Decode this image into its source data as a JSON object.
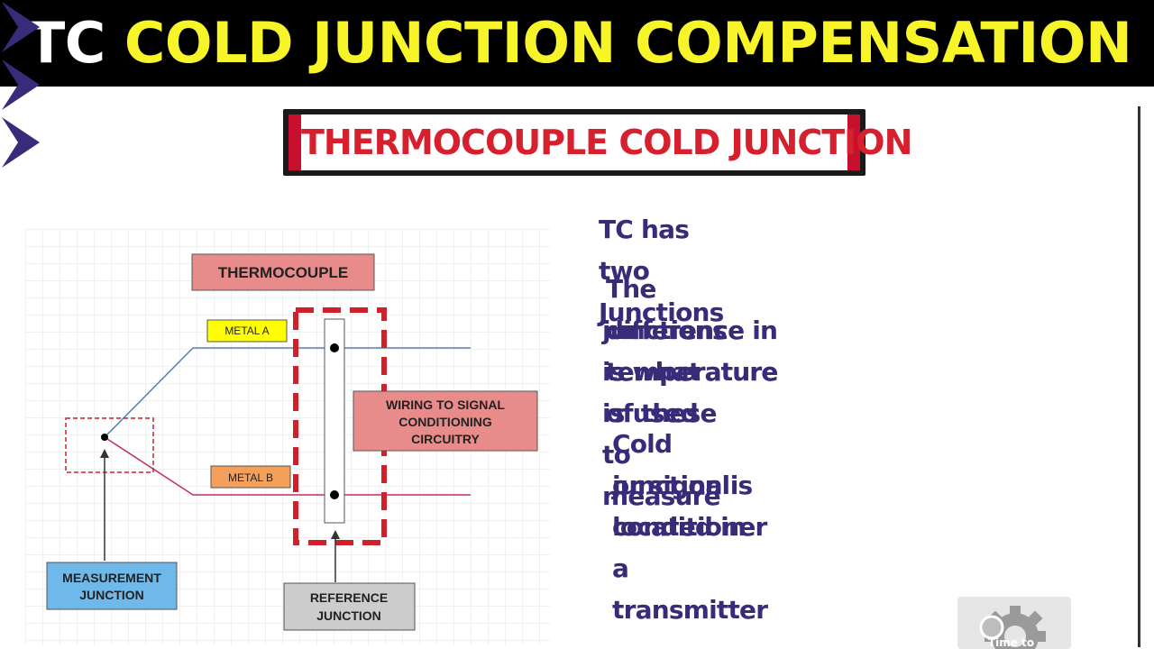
{
  "header": {
    "title_part1": "TC",
    "title_part2": "COLD JUNCTION COMPENSATION",
    "title_color_1": "#ffffff",
    "title_color_2": "#f7f52a"
  },
  "banner": {
    "text": "THERMOCOUPLE COLD JUNCTION",
    "accent_color": "#c8102e"
  },
  "diagram": {
    "title": "THERMOCOUPLE",
    "metal_a": "METAL A",
    "metal_b": "METAL B",
    "wiring_line1": "WIRING TO SIGNAL",
    "wiring_line2": "CONDITIONING",
    "wiring_line3": "CIRCUITRY",
    "measurement_line1": "MEASUREMENT",
    "measurement_line2": "JUNCTION",
    "reference_line1": "REFERENCE",
    "reference_line2": "JUNCTION",
    "colors": {
      "metal_a_wire": "#5a7fa8",
      "metal_b_wire": "#c2305a",
      "dashed_red": "#d0202a",
      "thermocouple_box": "#e88b8b",
      "metal_a_box": "#ffff00",
      "metal_b_box": "#f5a05a",
      "measurement_box": "#6fb8ea",
      "reference_box": "#cccccc"
    }
  },
  "bullets": [
    {
      "lines": [
        "TC has two Junctions"
      ]
    },
    {
      "lines": [
        "The difference in temperature of these",
        "junctions is what is used to measure",
        "temperature"
      ]
    },
    {
      "lines": [
        "Cold junction is located in a transmitter",
        "or signal conditioner"
      ]
    }
  ],
  "watermark": {
    "text": "Time to",
    "icon": "gear-icon"
  }
}
